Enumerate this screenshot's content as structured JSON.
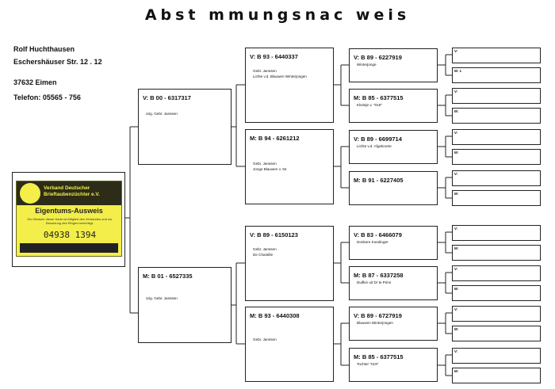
{
  "title": "Abst mmungsnac weis",
  "owner": {
    "name": "Rolf Huchthausen",
    "street": "Eschershäuser Str. 12 . 12",
    "city": "37632 Eimen",
    "phone": "Telefon: 05565 - 756"
  },
  "badge": {
    "org_line1": "Verband Deutscher",
    "org_line2": "Brieftaubenzüchter e.V.",
    "title": "Eigentums-Ausweis",
    "note": "Der Besitzer dieser Karte ist Mitglied des Verbandes und zur Benutzung des Ringes berechtigt.",
    "number": "04938 1394"
  },
  "parents": [
    {
      "id": "V: B 00 - 6317317",
      "desc": [
        "orig. Gebr. Janssen"
      ]
    },
    {
      "id": "M: B 01 - 6527335",
      "desc": [
        "orig. Gebr. Janssen"
      ]
    }
  ],
  "grandparents": [
    {
      "id": "V: B 93 - 6440337",
      "desc": [
        "Gebr. Janssen",
        "Lichte v.d. Blauwen Winterjongen"
      ]
    },
    {
      "id": "M: B 94 - 6261212",
      "desc": [
        "Gebr. Janssen",
        "Jonge Blauwen v. 94"
      ]
    },
    {
      "id": "V: B 89 - 6150123",
      "desc": [
        "Gebr. Janssen",
        "De Chantille"
      ]
    },
    {
      "id": "M: B 93 - 6440308",
      "desc": [
        "Gebr. Janssen"
      ]
    }
  ],
  "great_grandparents": [
    {
      "id": "V: B 89 - 6227919",
      "desc": [
        "Winterjonge"
      ]
    },
    {
      "id": "M: B 85 - 6377515",
      "desc": [
        "Kleintje v. \"019\""
      ]
    },
    {
      "id": "V: B 89 - 6699714",
      "desc": [
        "Lichte v.d. Afgeknorte"
      ]
    },
    {
      "id": "M: B 91 - 6227405",
      "desc": []
    },
    {
      "id": "V: B 83 - 6466079",
      "desc": [
        "Donkere Koedinger"
      ]
    },
    {
      "id": "M: B 87 - 6337258",
      "desc": [
        "Duifkin uit Dr te Prins"
      ]
    },
    {
      "id": "V: B 89 - 6727919",
      "desc": [
        "Blauwen Winterjongen"
      ]
    },
    {
      "id": "M: B 85 - 6377515",
      "desc": [
        "Tochter \"019\""
      ]
    }
  ],
  "leaves": [
    {
      "id": "V:",
      "desc": ""
    },
    {
      "id": "M: 1",
      "desc": ""
    },
    {
      "id": "V:",
      "desc": ""
    },
    {
      "id": "M:",
      "desc": ""
    },
    {
      "id": "V:",
      "desc": ""
    },
    {
      "id": "M:",
      "desc": ""
    },
    {
      "id": "V:",
      "desc": ""
    },
    {
      "id": "M:",
      "desc": ""
    },
    {
      "id": "V:",
      "desc": ""
    },
    {
      "id": "M:",
      "desc": ""
    },
    {
      "id": "V:",
      "desc": ""
    },
    {
      "id": "M:",
      "desc": ""
    },
    {
      "id": "V:",
      "desc": ""
    },
    {
      "id": "M:",
      "desc": ""
    },
    {
      "id": "V:",
      "desc": ""
    },
    {
      "id": "M:",
      "desc": ""
    }
  ]
}
